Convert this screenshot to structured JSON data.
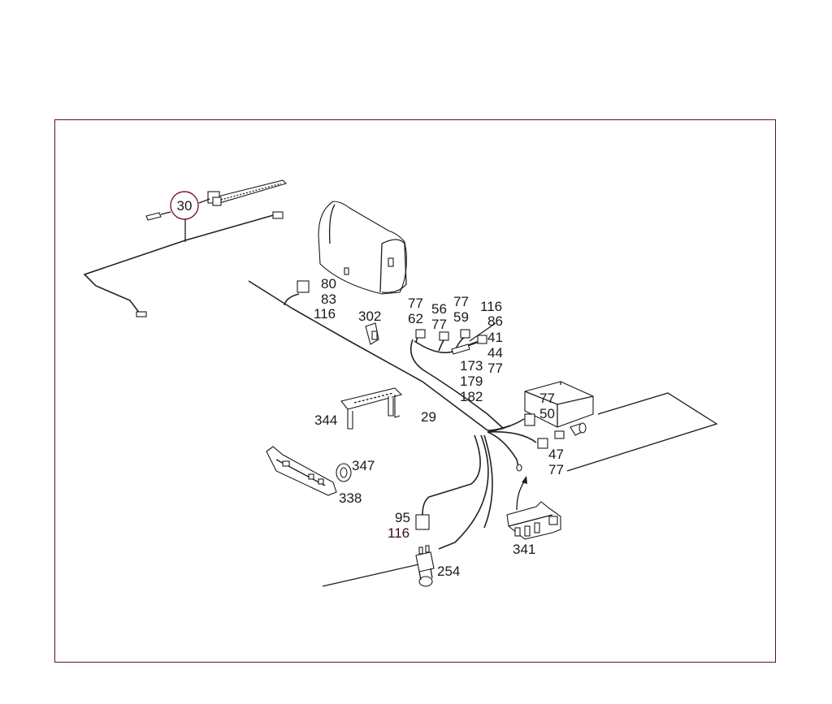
{
  "diagram": {
    "callout_circle": "30",
    "labels": {
      "l80": "80",
      "l83": "83",
      "l116a": "116",
      "l302": "302",
      "l77a": "77",
      "l62": "62",
      "l56": "56",
      "l77b": "77",
      "l77c": "77",
      "l59": "59",
      "l116b": "116",
      "l86": "86",
      "l41": "41",
      "l44": "44",
      "l77d": "77",
      "l173": "173",
      "l179": "179",
      "l182": "182",
      "l344": "344",
      "l29": "29",
      "l77e": "77",
      "l50": "50",
      "l47": "47",
      "l77f": "77",
      "l347": "347",
      "l338": "338",
      "l95": "95",
      "l116c": "116",
      "l341": "341",
      "l254": "254"
    }
  },
  "colors": {
    "frame": "#5a1428",
    "line": "#1a1a1a",
    "callout_stroke": "#7a1a2a"
  }
}
